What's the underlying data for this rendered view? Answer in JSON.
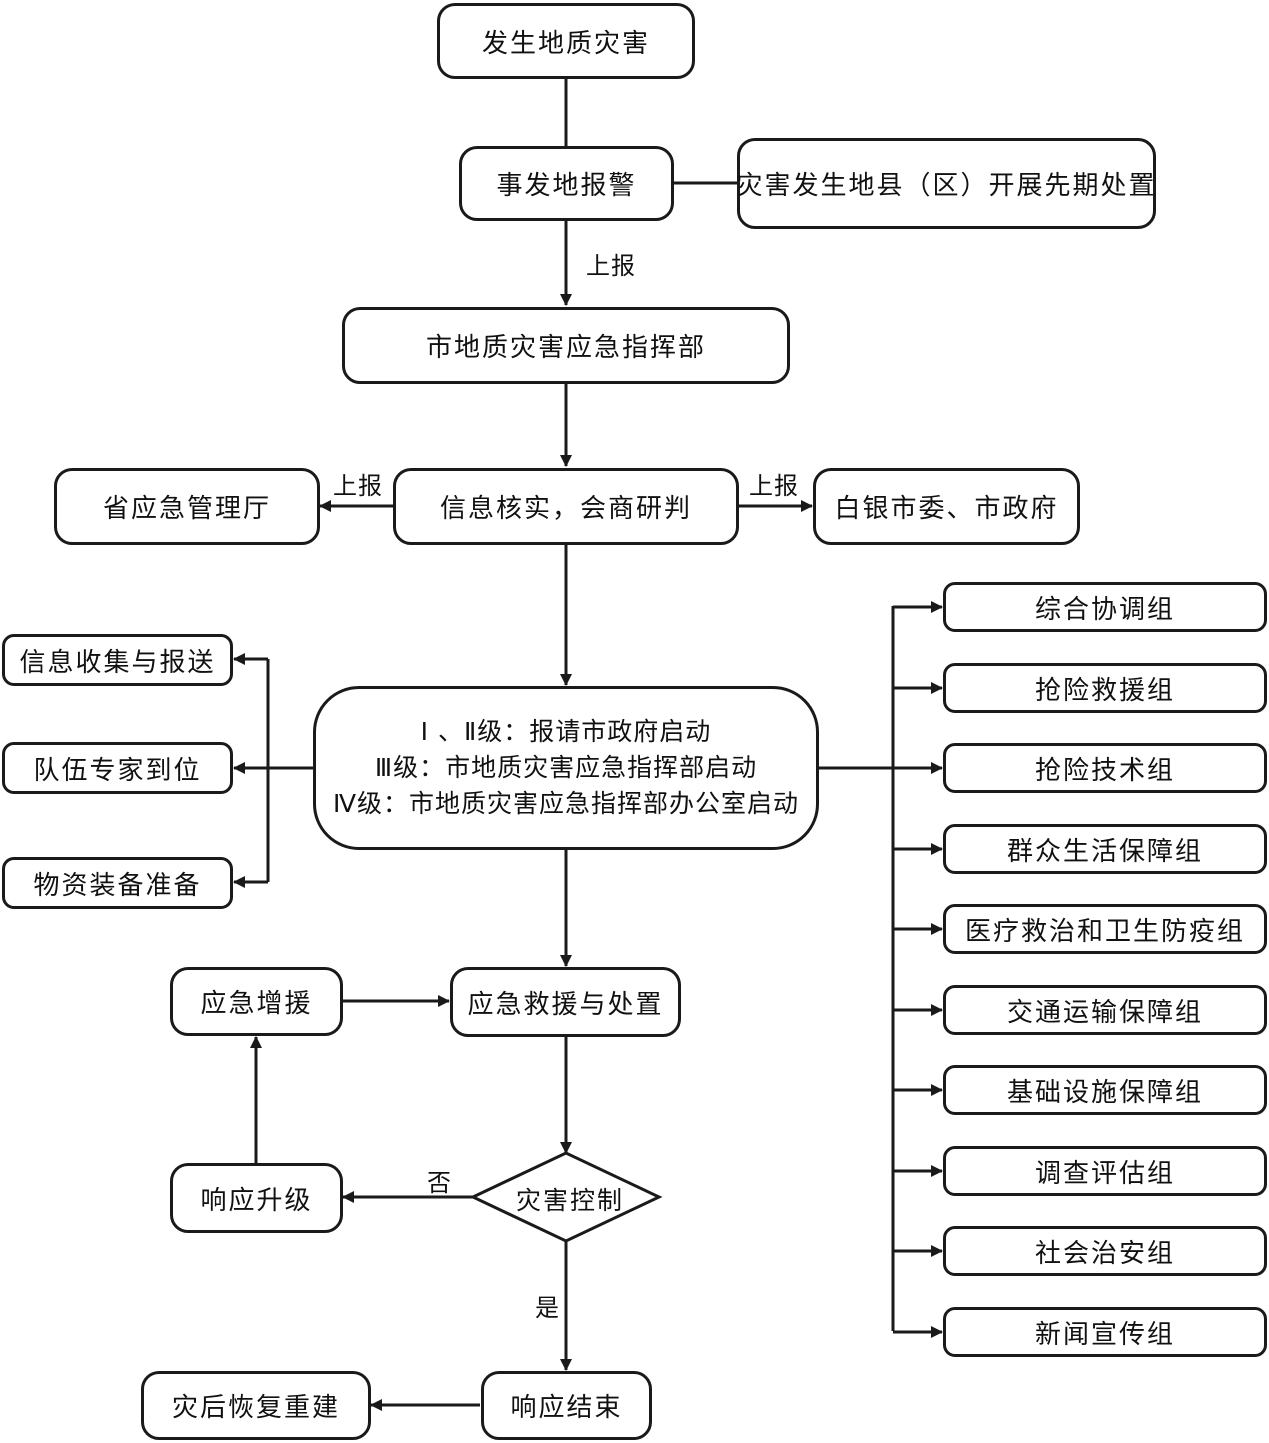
{
  "nodes": {
    "disaster_occurs": "发生地质灾害",
    "local_alarm": "事发地报警",
    "county_first_response": "灾害发生地县（区）开展先期处置",
    "city_command": "市地质灾害应急指挥部",
    "verify_judge": "信息核实，会商研判",
    "provincial_emergency": "省应急管理厅",
    "baiyin_committee": "白银市委、市政府",
    "info_collect": "信息收集与报送",
    "team_experts": "队伍专家到位",
    "materials": "物资装备准备",
    "response_levels": [
      "Ⅰ 、Ⅱ级：报请市政府启动",
      "Ⅲ级：市地质灾害应急指挥部启动",
      "Ⅳ级：市地质灾害应急指挥部办公室启动"
    ],
    "emergency_reinforce": "应急增援",
    "rescue_disposal": "应急救援与处置",
    "response_upgrade": "响应升级",
    "disaster_control": "灾害控制",
    "response_end": "响应结束",
    "recovery": "灾后恢复重建",
    "groups": [
      "综合协调组",
      "抢险救援组",
      "抢险技术组",
      "群众生活保障组",
      "医疗救治和卫生防疫组",
      "交通运输保障组",
      "基础设施保障组",
      "调查评估组",
      "社会治安组",
      "新闻宣传组"
    ]
  },
  "edge_labels": {
    "report_up": "上报",
    "report_left": "上报",
    "report_right": "上报",
    "no": "否",
    "yes": "是"
  },
  "colors": {
    "line": "#1a1a1a",
    "box_fill": "#ffffff"
  }
}
